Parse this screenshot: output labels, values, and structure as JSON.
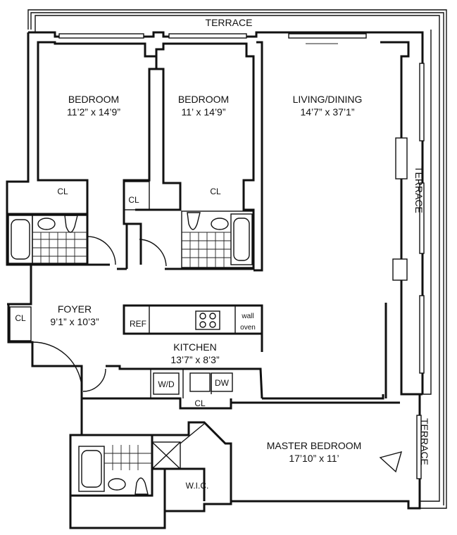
{
  "labels": {
    "terrace_top": "TERRACE",
    "terrace_right_upper": "TERRACE",
    "terrace_right_lower": "TERRACE",
    "bedroom1_name": "BEDROOM",
    "bedroom1_dim": "11’2” x 14’9”",
    "bedroom2_name": "BEDROOM",
    "bedroom2_dim": "11’ x 14’9”",
    "living_name": "LIVING/DINING",
    "living_dim": "14’7” x 37’1”",
    "cl_bed1": "CL",
    "cl_bed2_side": "CL",
    "cl_bed2": "CL",
    "foyer_cl": "CL",
    "foyer_name": "FOYER",
    "foyer_dim": "9’1” x 10’3”",
    "ref": "REF",
    "wall_oven_1": "wall",
    "wall_oven_2": "oven",
    "kitchen_name": "KITCHEN",
    "kitchen_dim": "13’7” x 8’3”",
    "wd": "W/D",
    "dw": "DW",
    "cl_hall": "CL",
    "master_name": "MASTER BEDROOM",
    "master_dim": "17’10” x 11’",
    "wic": "W.I.C."
  }
}
